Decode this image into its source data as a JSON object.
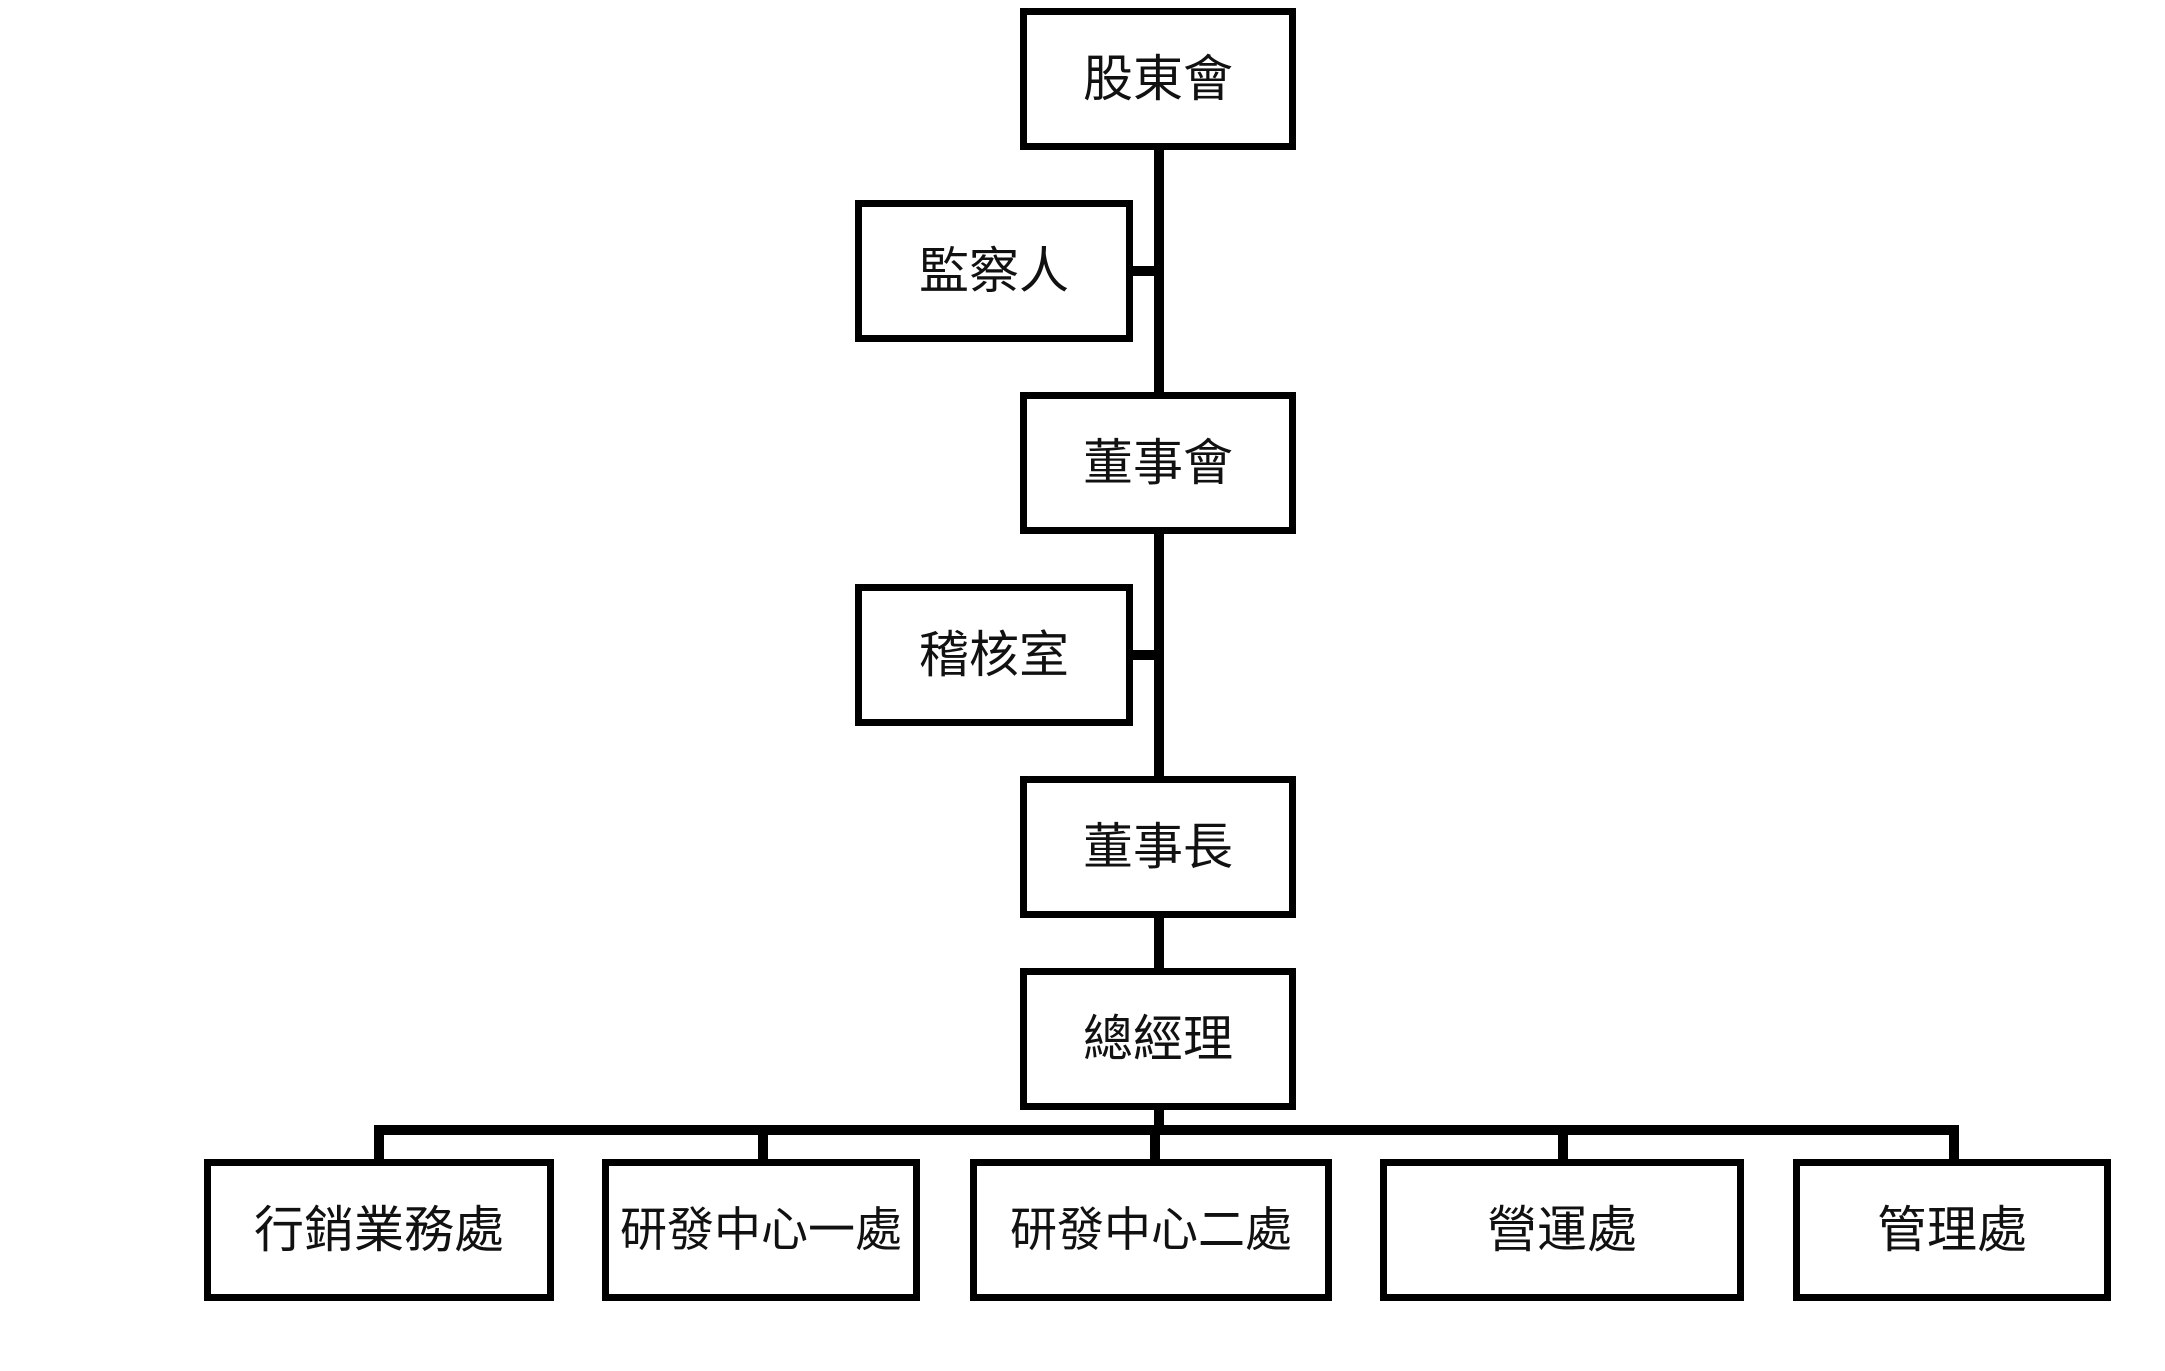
{
  "org_chart": {
    "shareholders": "股東會",
    "supervisor": "監察人",
    "board": "董事會",
    "audit": "稽核室",
    "chairman": "董事長",
    "general_manager": "總經理",
    "departments": [
      "行銷業務處",
      "研發中心一處",
      "研發中心二處",
      "營運處",
      "管理處"
    ]
  },
  "colors": {
    "line": "#000000",
    "box_fill": "#ffffff",
    "text": "#111111"
  }
}
